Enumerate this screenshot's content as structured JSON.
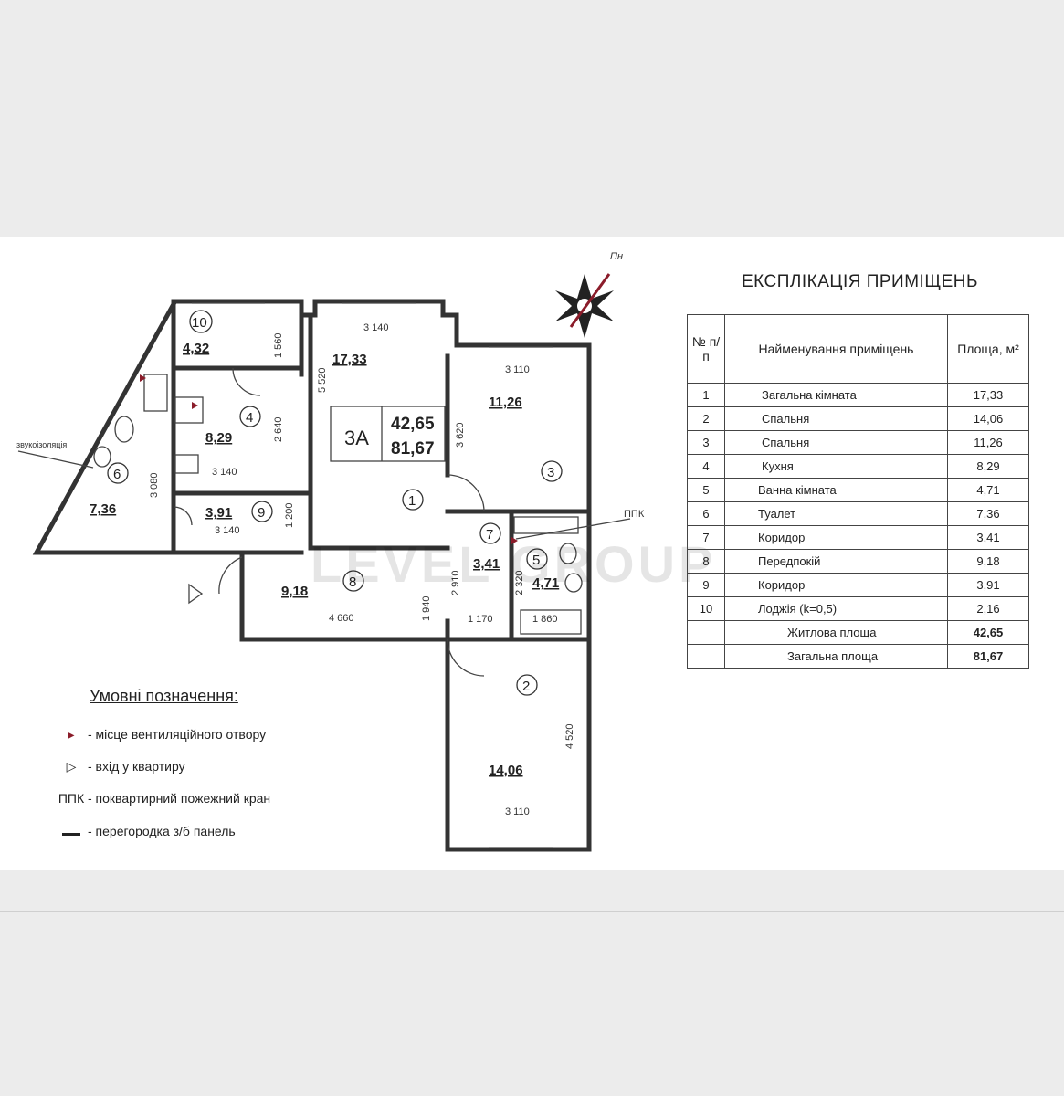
{
  "plan": {
    "apartment_type": "3А",
    "living_area": "42,65",
    "total_area": "81,67",
    "north_label": "Пн",
    "ppk_label": "ППК",
    "soundproof_label": "звукоізоляція",
    "watermark": "LEVEL GROUP",
    "rooms": [
      {
        "no": "1",
        "area": "17,33"
      },
      {
        "no": "2",
        "area": "14,06"
      },
      {
        "no": "3",
        "area": "11,26"
      },
      {
        "no": "4",
        "area": "8,29"
      },
      {
        "no": "5",
        "area": "4,71"
      },
      {
        "no": "6",
        "area": "7,36"
      },
      {
        "no": "7",
        "area": "3,41"
      },
      {
        "no": "8",
        "area": "9,18"
      },
      {
        "no": "9",
        "area": "3,91"
      },
      {
        "no": "10",
        "area": "4,32"
      }
    ],
    "dimensions": {
      "d3140a": "3 140",
      "d5520": "5 520",
      "d3110a": "3 110",
      "d3620": "3 620",
      "d1560": "1 560",
      "d2640": "2 640",
      "d3140b": "3 140",
      "d3080": "3 080",
      "d1200": "1 200",
      "d3140c": "3 140",
      "d4660": "4 660",
      "d1940": "1 940",
      "d2910": "2 910",
      "d2320": "2 320",
      "d1170": "1 170",
      "d1860": "1 860",
      "d4520": "4 520",
      "d3110b": "3 110"
    }
  },
  "explication": {
    "title": "ЕКСПЛІКАЦІЯ ПРИМІЩЕНЬ",
    "header": {
      "no": "№ п/п",
      "name": "Найменування приміщень",
      "area": "Площа, м²"
    },
    "rows": [
      {
        "no": "1",
        "name": "Загальна кімната",
        "area": "17,33"
      },
      {
        "no": "2",
        "name": "Спальня",
        "area": "14,06"
      },
      {
        "no": "3",
        "name": "Спальня",
        "area": "11,26"
      },
      {
        "no": "4",
        "name": "Кухня",
        "area": "8,29"
      },
      {
        "no": "5",
        "name": "Ванна кімната",
        "area": "4,71"
      },
      {
        "no": "6",
        "name": "Туалет",
        "area": "7,36"
      },
      {
        "no": "7",
        "name": "Коридор",
        "area": "3,41"
      },
      {
        "no": "8",
        "name": "Передпокій",
        "area": "9,18"
      },
      {
        "no": "9",
        "name": "Коридор",
        "area": "3,91"
      },
      {
        "no": "10",
        "name": "Лоджія (k=0,5)",
        "area": "2,16"
      }
    ],
    "living": {
      "name": "Житлова площа",
      "area": "42,65"
    },
    "total": {
      "name": "Загальна площа",
      "area": "81,67"
    }
  },
  "legend": {
    "title": "Умовні позначення:",
    "items": [
      {
        "symbol": "▸",
        "text": "- місце вентиляційного отвору"
      },
      {
        "symbol": "▷",
        "text": "- вхід у квартиру"
      },
      {
        "symbol": "ППК",
        "text": "- поквартирний пожежний кран"
      },
      {
        "symbol": "▬▬",
        "text": "- перегородка з/б панель"
      }
    ]
  },
  "colors": {
    "wall": "#333333",
    "vent": "#8b1c2a",
    "background": "#ececec"
  }
}
